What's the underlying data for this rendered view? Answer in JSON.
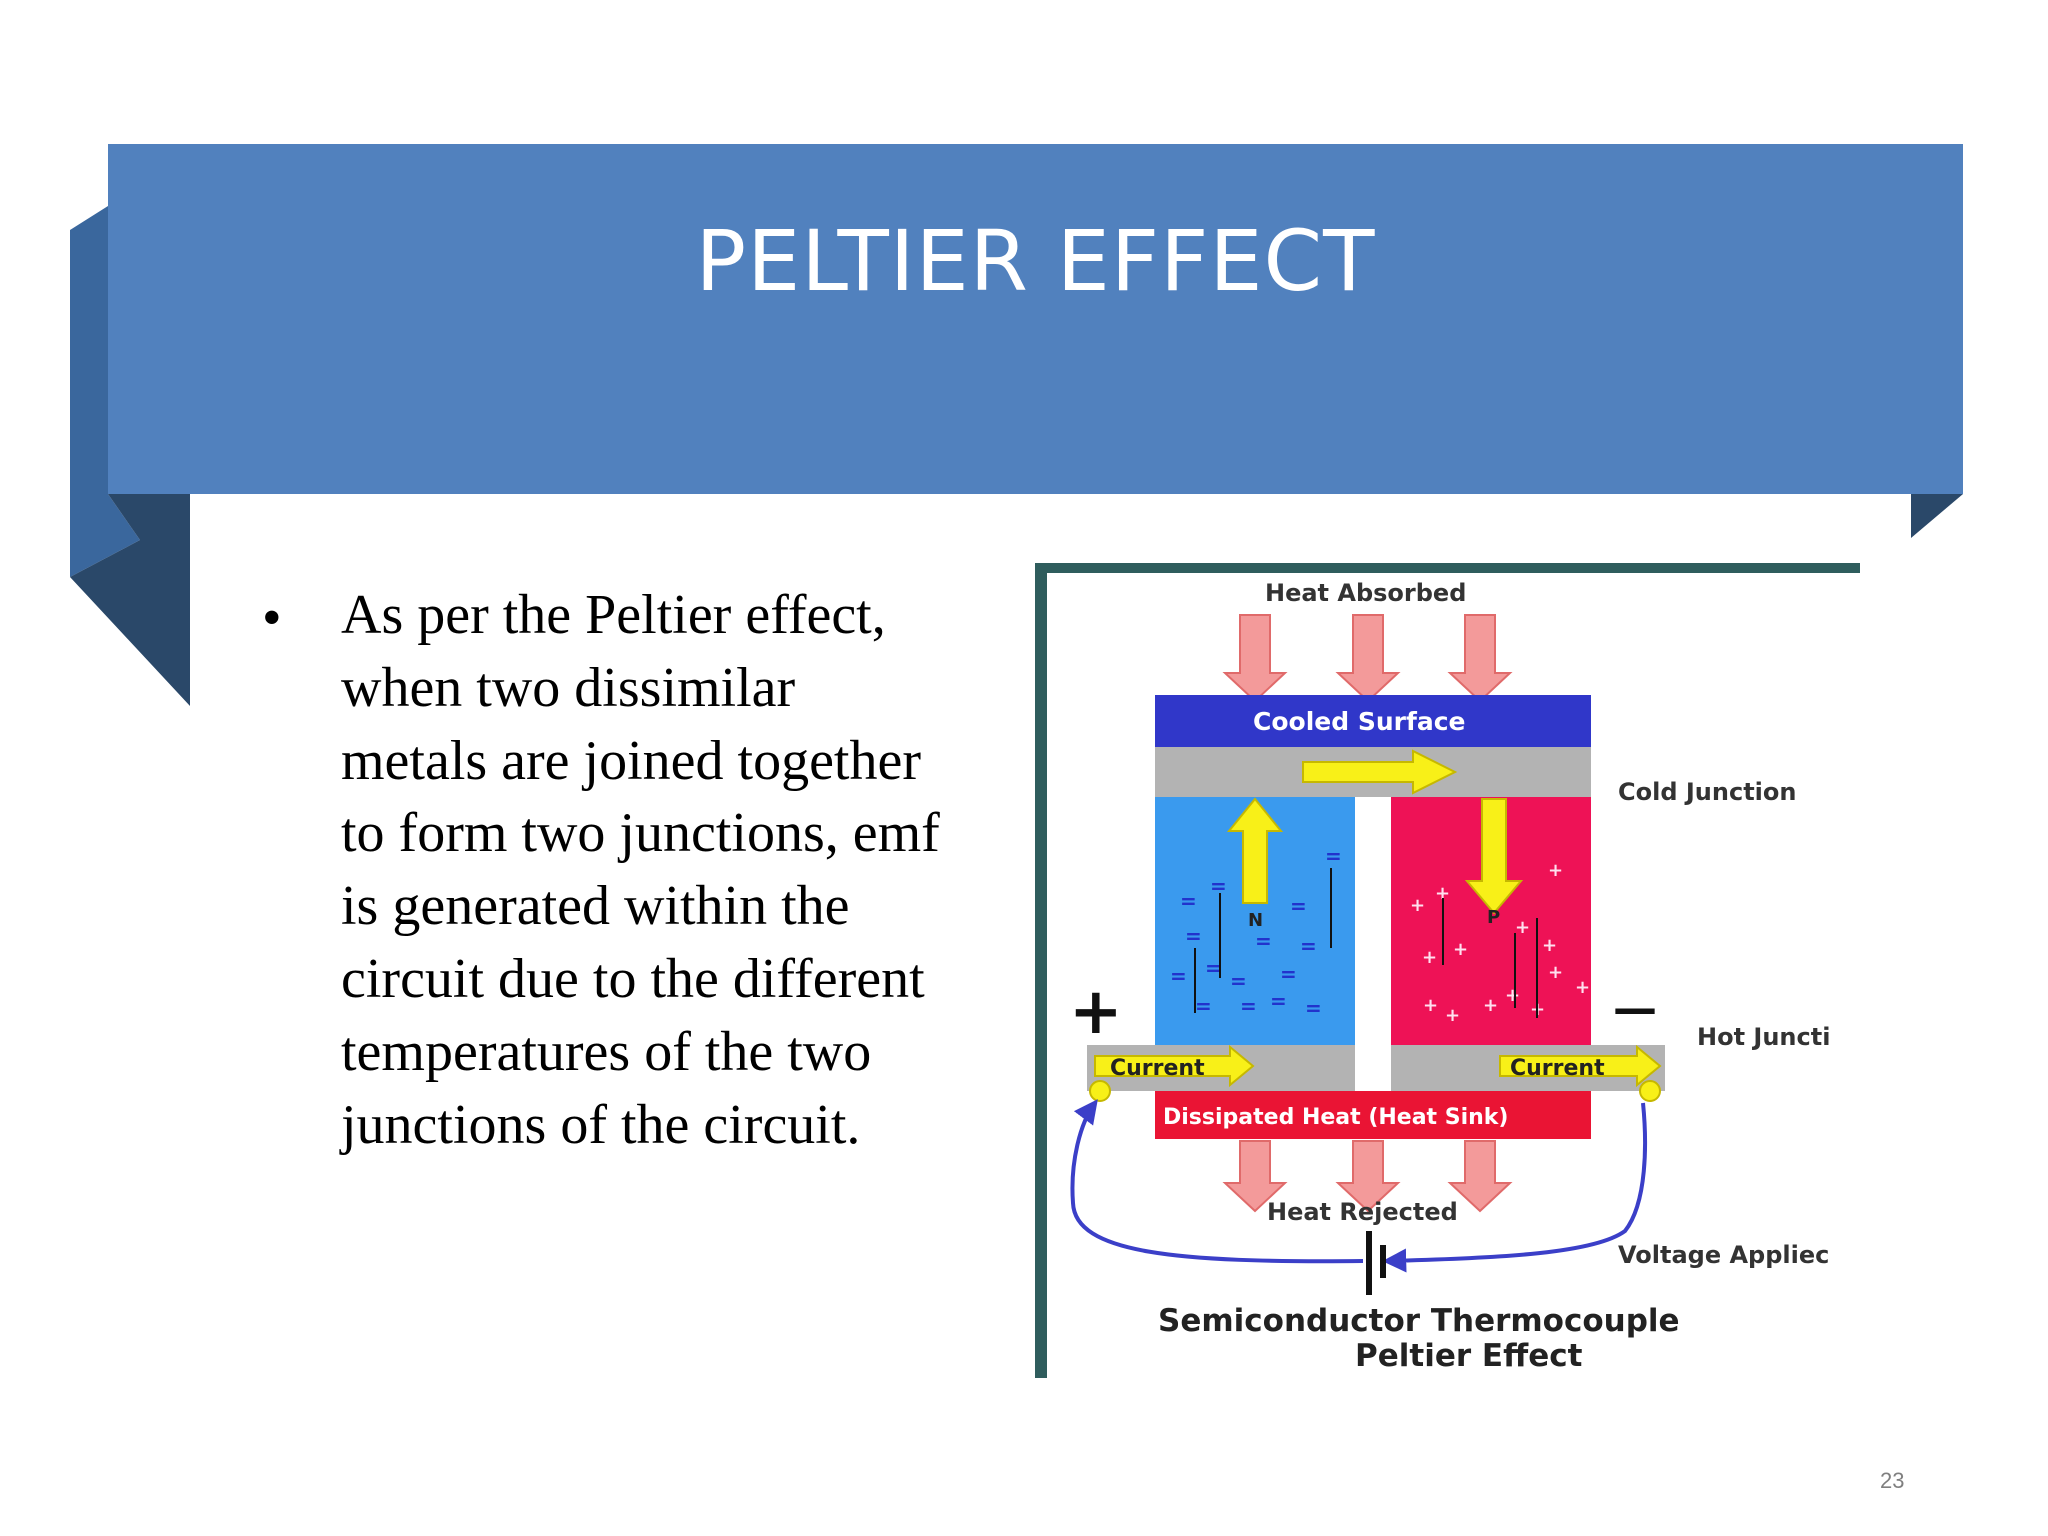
{
  "slide": {
    "title": "PELTIER EFFECT",
    "bullet_symbol": "•",
    "bullet_text": "As per the Peltier effect, when two dissimilar metals are joined together to form two junctions, emf is generated within the circuit due to the different temperatures of the two junctions of the circuit.",
    "page_number": "23",
    "colors": {
      "ribbon": "#5181be",
      "ribbon_fold": "#3a679d",
      "ribbon_shadow": "#2a4869"
    }
  },
  "diagram": {
    "heat_absorbed": "Heat Absorbed",
    "cooled_surface": "Cooled Surface",
    "cold_junction": "Cold Junction",
    "n_label": "N",
    "p_label": "P",
    "plus_sign": "+",
    "minus_sign": "—",
    "current_left": "Current",
    "current_right": "Current",
    "hot_junction": "Hot Juncti",
    "dissipated_heat": "Dissipated Heat (Heat Sink)",
    "heat_rejected": "Heat Rejected",
    "voltage_applied": "Voltage Appliec",
    "caption_line1": "Semiconductor Thermocouple",
    "caption_line2": "Peltier Effect"
  }
}
